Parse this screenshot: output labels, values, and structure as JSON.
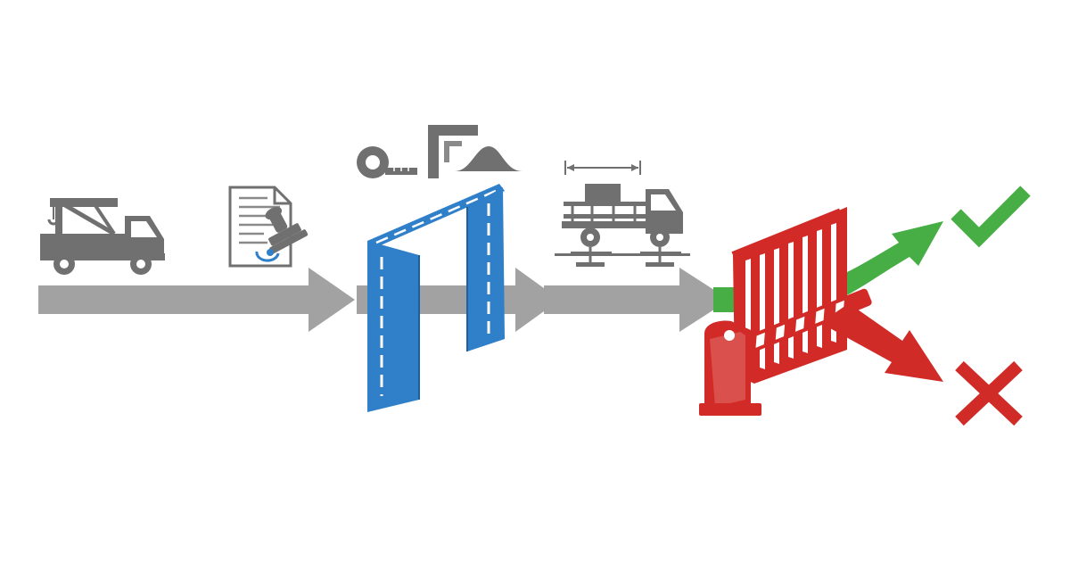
{
  "diagram": {
    "colors": {
      "flow_gray": "#a2a2a2",
      "icon_gray": "#707070",
      "frame_blue": "#2f7fc9",
      "barrier_red": "#d22a26",
      "accept_green": "#47ad45",
      "reject_red": "#d02b27"
    },
    "steps": [
      {
        "name": "crane-truck",
        "icon": "crane-truck-icon"
      },
      {
        "name": "document-stamp",
        "icon": "stamped-document-icon"
      },
      {
        "name": "measurement-gauge",
        "icon": "gauge-frame-icon"
      },
      {
        "name": "axle-weighing",
        "icon": "weighbridge-truck-icon"
      },
      {
        "name": "barrier-gate",
        "icon": "barrier-gate-icon"
      }
    ],
    "outcomes": [
      {
        "name": "accepted",
        "icon": "check-icon"
      },
      {
        "name": "rejected",
        "icon": "cross-icon"
      }
    ]
  }
}
